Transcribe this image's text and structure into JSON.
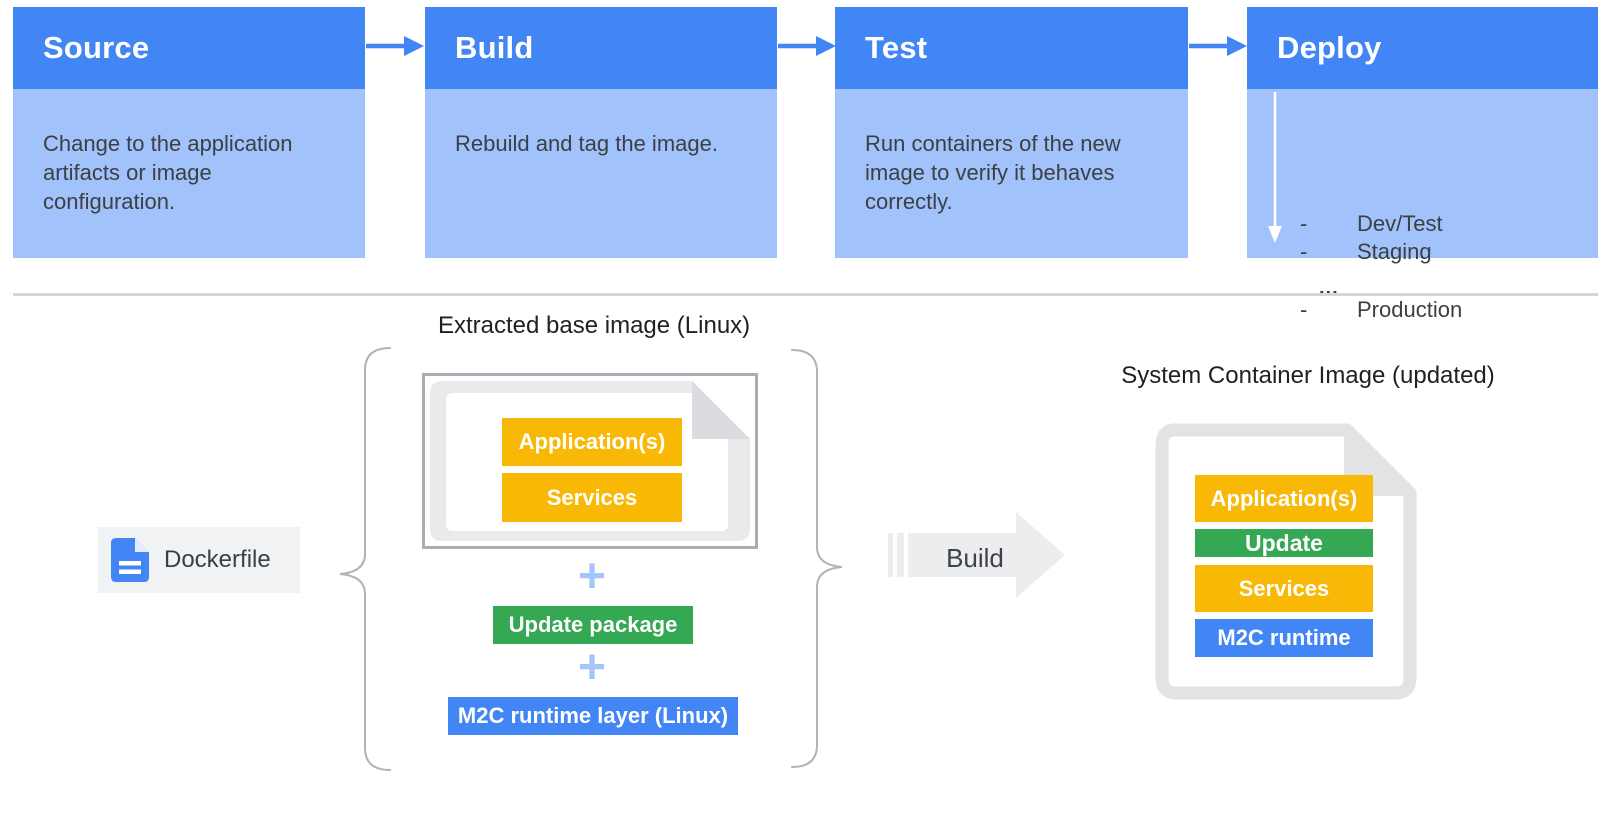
{
  "colors": {
    "stage_header_blue": "#4285F4",
    "stage_body_blue": "#A2C2FC",
    "accent_blue": "#4285F4",
    "layer_yellow": "#F9B805",
    "layer_green": "#34A853",
    "layer_blue": "#4285F4",
    "plus_light_blue": "#A6C5FA",
    "build_arrow_gray": "#ECEDEE",
    "text_dark": "#3C4043"
  },
  "pipeline": {
    "stages": [
      {
        "title": "Source",
        "description": "Change to the application artifacts or image configuration."
      },
      {
        "title": "Build",
        "description": "Rebuild and tag the image."
      },
      {
        "title": "Test",
        "description": "Run containers of the new image to verify it behaves correctly."
      },
      {
        "title": "Deploy",
        "items": [
          {
            "dash": "-",
            "label": "Dev/Test"
          },
          {
            "dash": "-",
            "label": "Staging"
          },
          {
            "dash": "",
            "label": "..."
          },
          {
            "dash": "-",
            "label": "Production"
          }
        ]
      }
    ]
  },
  "build_flow": {
    "extracted_base_title": "Extracted base image (Linux)",
    "dockerfile_label": "Dockerfile",
    "base_image_layers": [
      {
        "label": "Application(s)"
      },
      {
        "label": "Services"
      }
    ],
    "plus_sign": "+",
    "update_package_label": "Update package",
    "runtime_layer_label": "M2C runtime layer (Linux)",
    "build_label": "Build",
    "result_title": "System Container Image (updated)",
    "result_layers": [
      {
        "label": "Application(s)",
        "type": "yellow"
      },
      {
        "label": "Update",
        "type": "green"
      },
      {
        "label": "Services",
        "type": "yellow"
      },
      {
        "label": "M2C runtime",
        "type": "blue"
      }
    ]
  }
}
